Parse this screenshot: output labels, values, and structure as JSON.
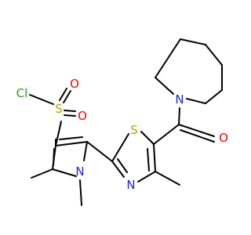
{
  "colors": {
    "bond": "#000000",
    "background": "#ffffff",
    "S": "#b8a200",
    "N": "#1f1fe0",
    "O": "#ff0000",
    "Cl": "#1fa01f"
  },
  "atoms": [
    {
      "id": "cl",
      "label": "Cl",
      "element": "Cl"
    },
    {
      "id": "s_sulfonyl",
      "label": "S",
      "element": "S"
    },
    {
      "id": "o_sulfonyl_top",
      "label": "O",
      "element": "O"
    },
    {
      "id": "o_sulfonyl_bottom",
      "label": "O",
      "element": "O"
    },
    {
      "id": "n_pyrrole",
      "label": "N",
      "element": "N"
    },
    {
      "id": "s_thiazole",
      "label": "S",
      "element": "S"
    },
    {
      "id": "n_thiazole",
      "label": "N",
      "element": "N"
    },
    {
      "id": "n_azepane",
      "label": "N",
      "element": "N"
    },
    {
      "id": "o_carbonyl",
      "label": "O",
      "element": "O"
    }
  ]
}
